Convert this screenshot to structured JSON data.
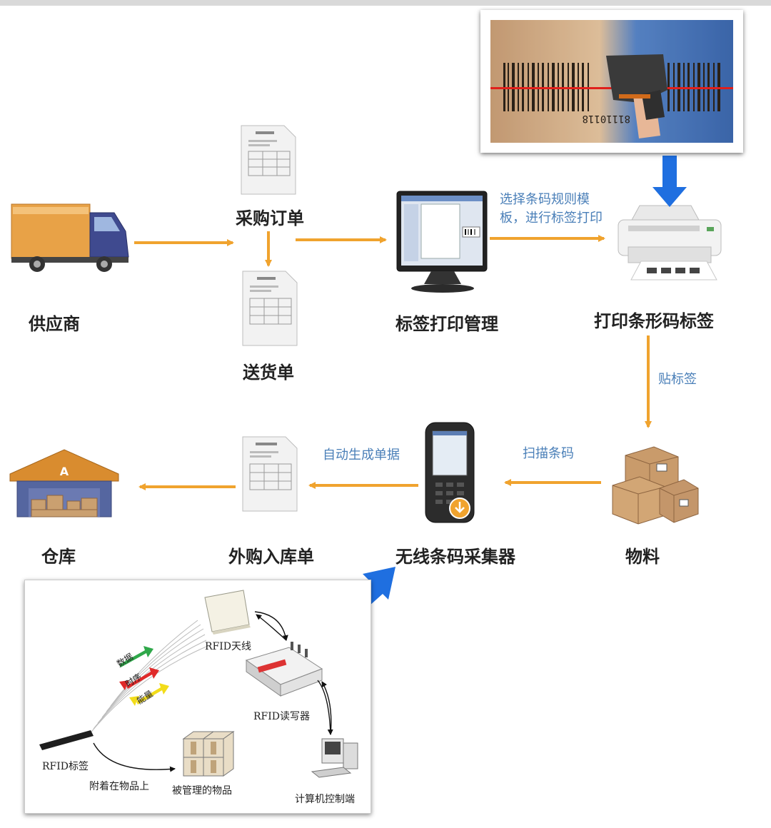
{
  "nodes": {
    "supplier": "供应商",
    "purchase_order": "采购订单",
    "delivery_note": "送货单",
    "label_print_mgmt": "标签打印管理",
    "print_barcode_label": "打印条形码标签",
    "material": "物料",
    "wireless_collector": "无线条码采集器",
    "purchase_receipt": "外购入库单",
    "warehouse": "仓库"
  },
  "edges": {
    "select_template_line1": "选择条码规则模",
    "select_template_line2": "板，进行标签打印",
    "attach_label": "贴标签",
    "scan_barcode": "扫描条码",
    "auto_generate": "自动生成单据"
  },
  "inset": {
    "rfid_antenna": "RFID天线",
    "rfid_reader": "RFID读写器",
    "rfid_tag": "RFID标签",
    "attached_to_item": "附着在物品上",
    "managed_items": "被管理的物品",
    "computer_control": "计算机控制端",
    "arrow_data": "数据",
    "arrow_clock": "时序",
    "arrow_energy": "能量"
  },
  "photo": {
    "barcode_number": "81110118"
  },
  "warehouse_sign": "A",
  "colors": {
    "flow_arrow": "#f0a32e",
    "blue_arrow": "#1f6fe0",
    "edge_text": "#4a7fb8"
  }
}
